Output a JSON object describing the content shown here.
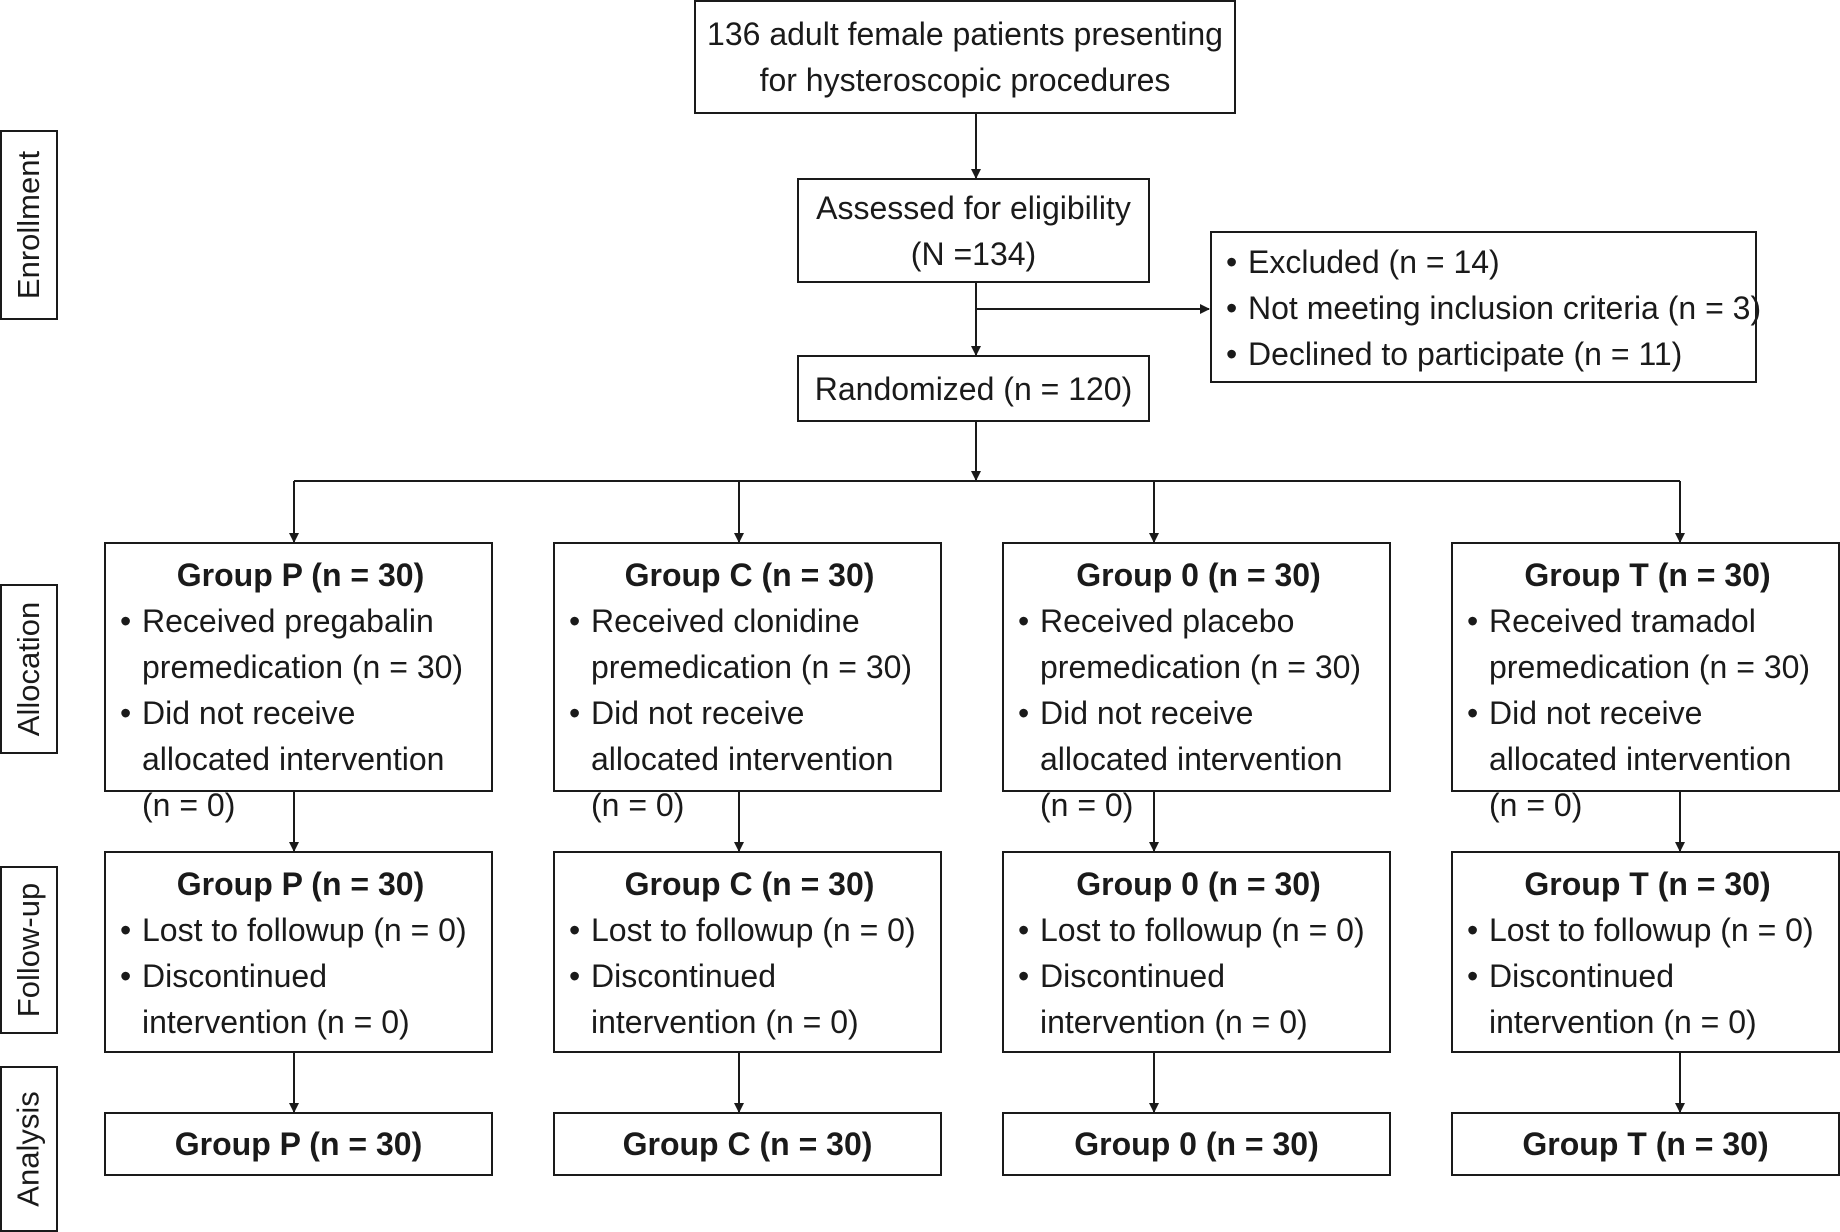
{
  "phases": {
    "enrollment": "Enrollment",
    "allocation": "Allocation",
    "followup": "Follow-up",
    "analysis": "Analysis"
  },
  "top": {
    "line1": "136 adult female patients presenting",
    "line2": "for hysteroscopic procedures"
  },
  "eligibility": {
    "line1": "Assessed for eligibility",
    "line2": "(N =134)"
  },
  "excluded": {
    "items": [
      "Excluded (n = 14)",
      "Not meeting inclusion criteria (n = 3)",
      "Declined to participate (n = 11)"
    ]
  },
  "randomized": "Randomized (n = 120)",
  "allocation": [
    {
      "title": "Group P (n = 30)",
      "items": [
        "Received pregabalin premedication (n = 30)",
        "Did not receive allocated intervention (n = 0)"
      ]
    },
    {
      "title": "Group C (n = 30)",
      "items": [
        "Received clonidine premedication (n = 30)",
        "Did not receive allocated intervention (n = 0)"
      ]
    },
    {
      "title": "Group 0 (n = 30)",
      "items": [
        "Received placebo premedication (n = 30)",
        "Did not receive allocated intervention (n = 0)"
      ]
    },
    {
      "title": "Group T (n = 30)",
      "items": [
        "Received tramadol premedication (n = 30)",
        "Did not receive allocated intervention (n = 0)"
      ]
    }
  ],
  "followup": [
    {
      "title": "Group P (n = 30)",
      "items": [
        "Lost to followup (n = 0)",
        "Discontinued intervention (n = 0)"
      ]
    },
    {
      "title": "Group C (n = 30)",
      "items": [
        "Lost to followup (n = 0)",
        "Discontinued intervention (n = 0)"
      ]
    },
    {
      "title": "Group 0 (n = 30)",
      "items": [
        "Lost to followup (n = 0)",
        "Discontinued intervention (n = 0)"
      ]
    },
    {
      "title": "Group T (n = 30)",
      "items": [
        "Lost to followup (n = 0)",
        "Discontinued intervention (n = 0)"
      ]
    }
  ],
  "analysis": [
    "Group P (n = 30)",
    "Group C (n = 30)",
    "Group 0 (n = 30)",
    "Group T (n = 30)"
  ]
}
